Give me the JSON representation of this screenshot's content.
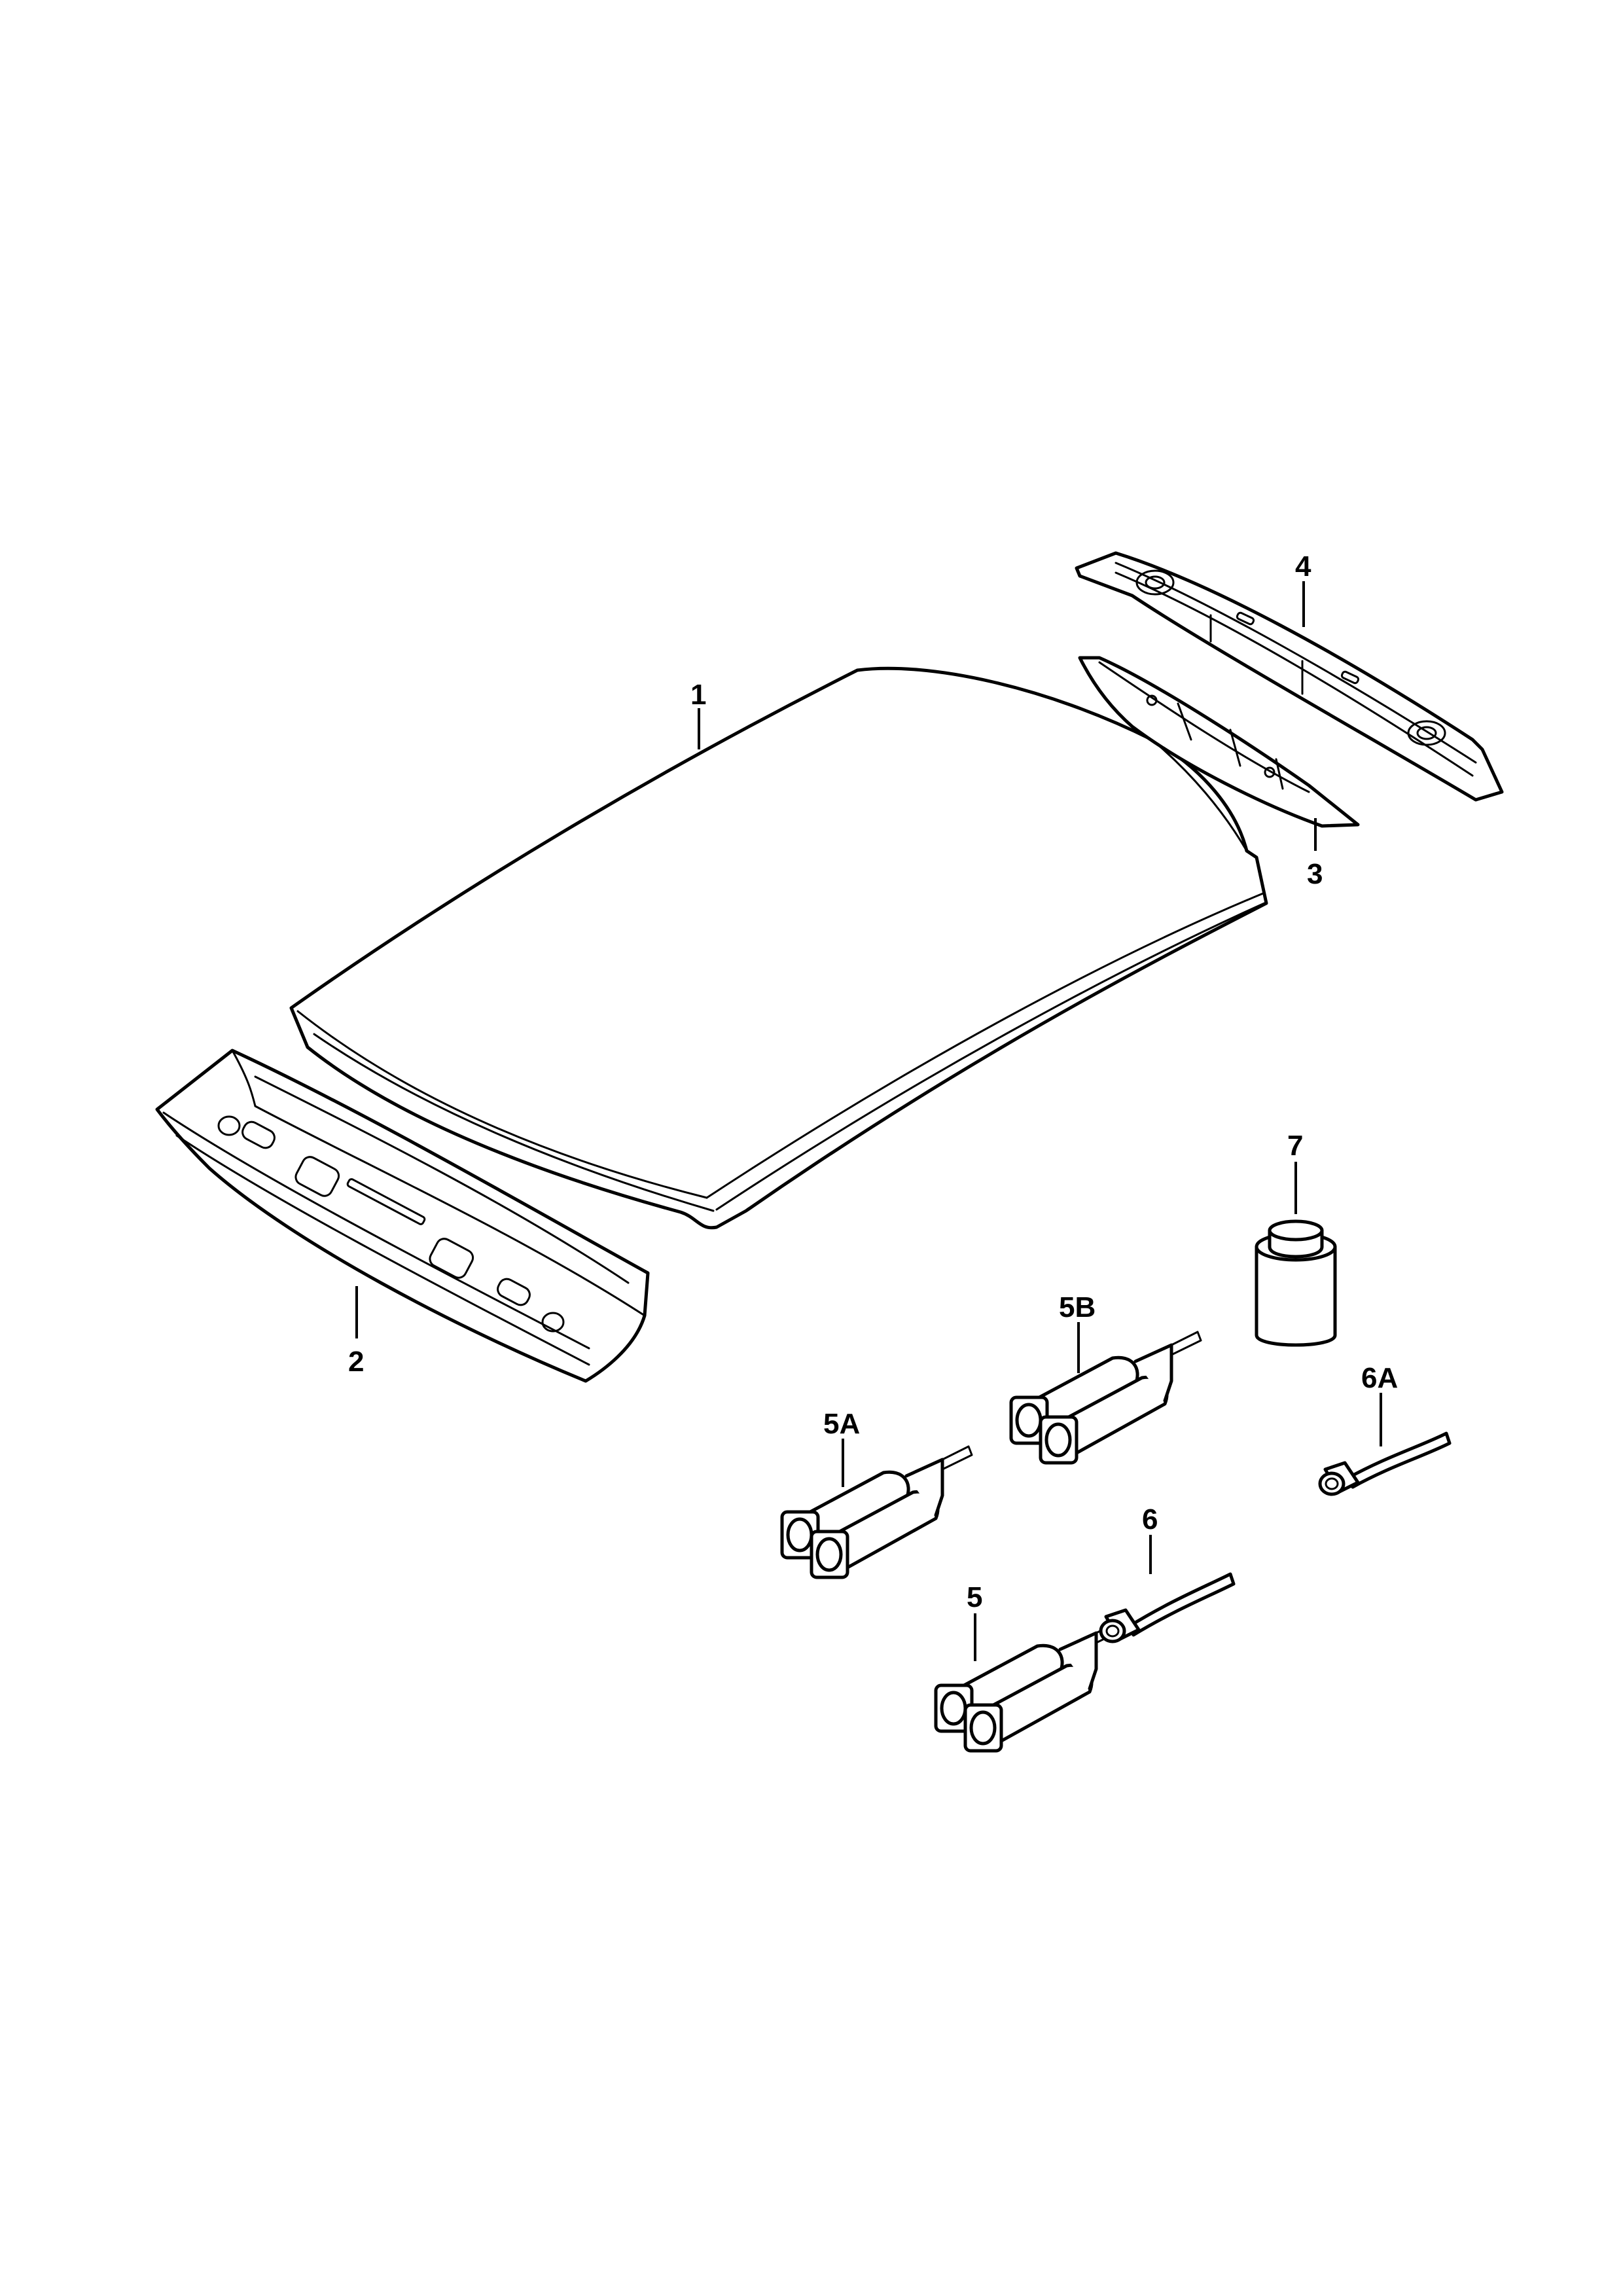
{
  "callouts": {
    "c1": "1",
    "c2": "2",
    "c3": "3",
    "c4": "4",
    "c5": "5",
    "c5a": "5A",
    "c5b": "5B",
    "c6": "6",
    "c6a": "6A",
    "c7": "7"
  },
  "colors": {
    "line": "#000000",
    "background": "#ffffff"
  }
}
